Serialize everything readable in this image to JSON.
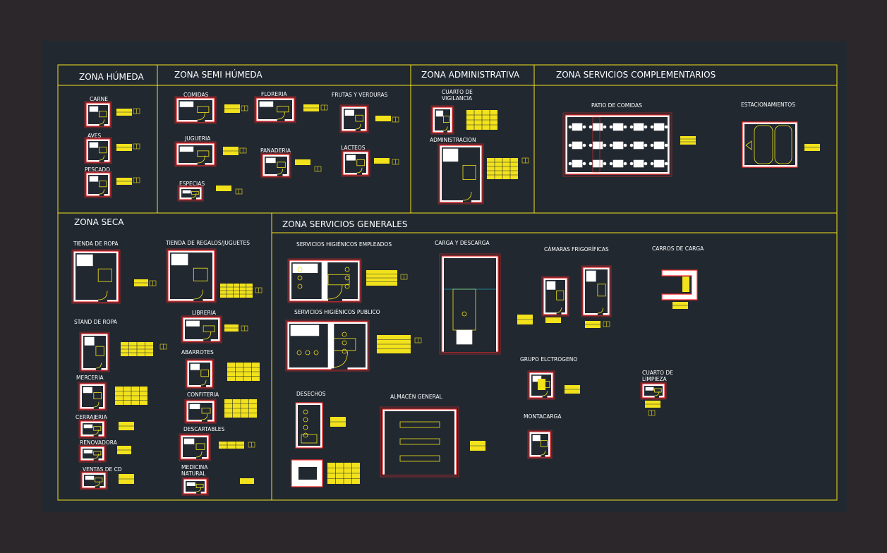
{
  "zones": {
    "humeda": "ZONA HÚMEDA",
    "semi_humeda": "ZONA SEMI HÚMEDA",
    "administrativa": "ZONA ADMINISTRATIVA",
    "servicios_complementarios": "ZONA SERVICIOS COMPLEMENTARIOS",
    "seca": "ZONA SECA",
    "servicios_generales": "ZONA SERVICIOS GENERALES"
  },
  "rooms": {
    "carne": "CARNE",
    "aves": "AVES",
    "pescado": "PESCADO",
    "comidas": "COMIDAS",
    "floreria": "FLORERIA",
    "frutas": "FRUTAS Y VERDURAS",
    "jugueria": "JUGUERIA",
    "panaderia": "PANADERIA",
    "lacteos": "LACTEOS",
    "especias": "ESPECIAS",
    "vigilancia_1": "CUARTO DE",
    "vigilancia_2": "VIGILANCIA",
    "administracion": "ADMINISTRACION",
    "patio": "PATIO DE COMIDAS",
    "estacionamientos": "ESTACIONAMIENTOS",
    "tienda_ropa": "TIENDA DE ROPA",
    "tienda_regalos": "TIENDA DE REGALOS/JUGUETES",
    "libreria": "LIBRERIA",
    "stand_ropa": "STAND DE ROPA",
    "abarrotes": "ABARROTES",
    "merceria": "MERCERIA",
    "confiteria": "CONFITERIA",
    "cerrajeria": "CERRAJERIA",
    "descartables": "DESCARTABLES",
    "renovadora": "RENOVADORA",
    "ventas_cd": "VENTAS DE CD",
    "medicina_1": "MEDICINA",
    "medicina_2": "NATURAL",
    "sshh_empleados": "SERVICIOS HIGIÉNICOS EMPLEADOS",
    "carga_descarga": "CARGA Y DESCARGA",
    "camaras": "CÁMARAS FRIGORÍFICAS",
    "carros": "CARROS DE CARGA",
    "sshh_publico": "SERVICIOS HIGIÉNICOS PUBLICO",
    "grupo": "GRUPO ELCTROGENO",
    "limpieza_1": "CUARTO DE",
    "limpieza_2": "LIMPIEZA",
    "desechos": "DESECHOS",
    "almacen": "ALMACÉN GENERAL",
    "montacarga": "MONTACARGA"
  },
  "colors": {
    "background": "#2b272b",
    "sheet": "#212830",
    "frame": "#f2e21c",
    "wall": "#ffffff",
    "dimension": "#ff2a2a"
  }
}
